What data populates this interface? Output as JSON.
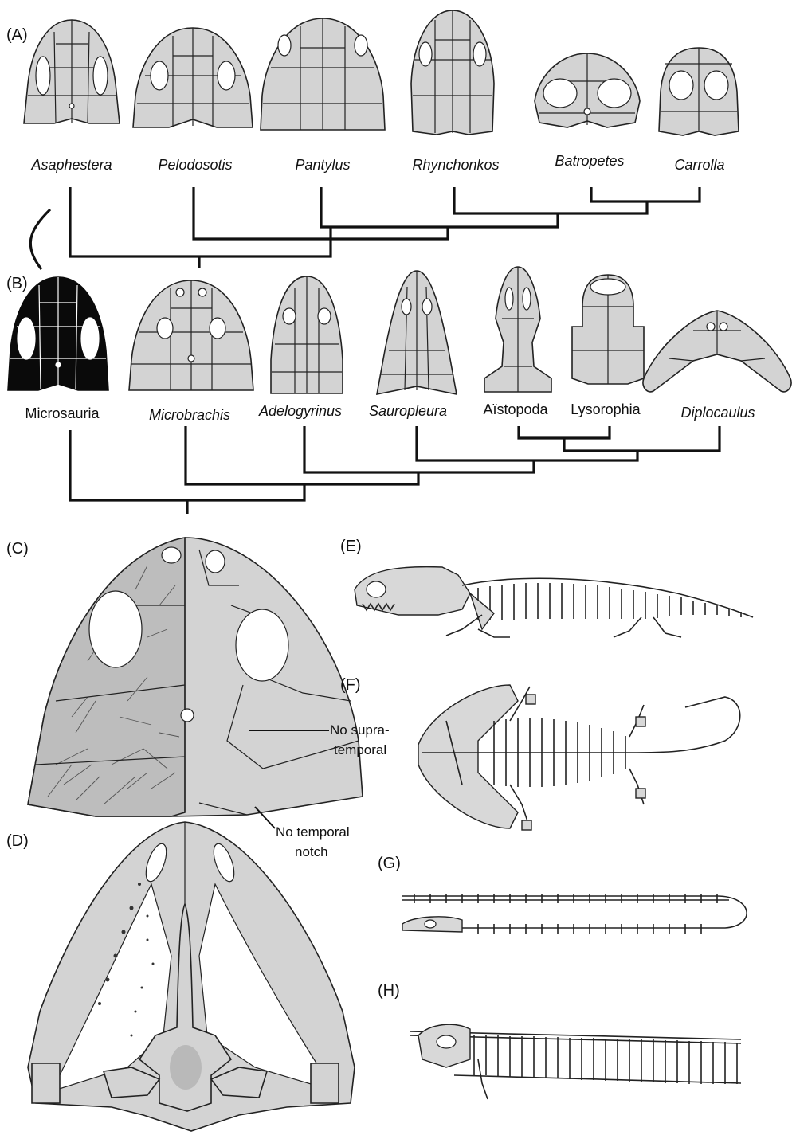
{
  "panel_labels": {
    "A": "(A)",
    "B": "(B)",
    "C": "(C)",
    "D": "(D)",
    "E": "(E)",
    "F": "(F)",
    "G": "(G)",
    "H": "(H)"
  },
  "panel_a_taxa": [
    {
      "name": "Asaphestera"
    },
    {
      "name": "Pelodosotis"
    },
    {
      "name": "Pantylus"
    },
    {
      "name": "Rhynchonkos"
    },
    {
      "name": "Batropetes"
    },
    {
      "name": "Carrolla"
    }
  ],
  "panel_b_taxa": [
    {
      "name": "Microsauria",
      "italic": false
    },
    {
      "name": "Microbrachis",
      "italic": true
    },
    {
      "name": "Adelogyrinus",
      "italic": true
    },
    {
      "name": "Sauropleura",
      "italic": true
    },
    {
      "name": "Aïstopoda",
      "italic": false
    },
    {
      "name": "Lysorophia",
      "italic": false
    },
    {
      "name": "Diplocaulus",
      "italic": true
    }
  ],
  "annotations": {
    "supratemporal_line1": "No supra-",
    "supratemporal_line2": "temporal",
    "notch_line1": "No temporal",
    "notch_line2": "notch"
  },
  "colors": {
    "bone_fill": "#d3d3d3",
    "outline": "#222222",
    "microsauria_fill": "#0a0a0a"
  }
}
